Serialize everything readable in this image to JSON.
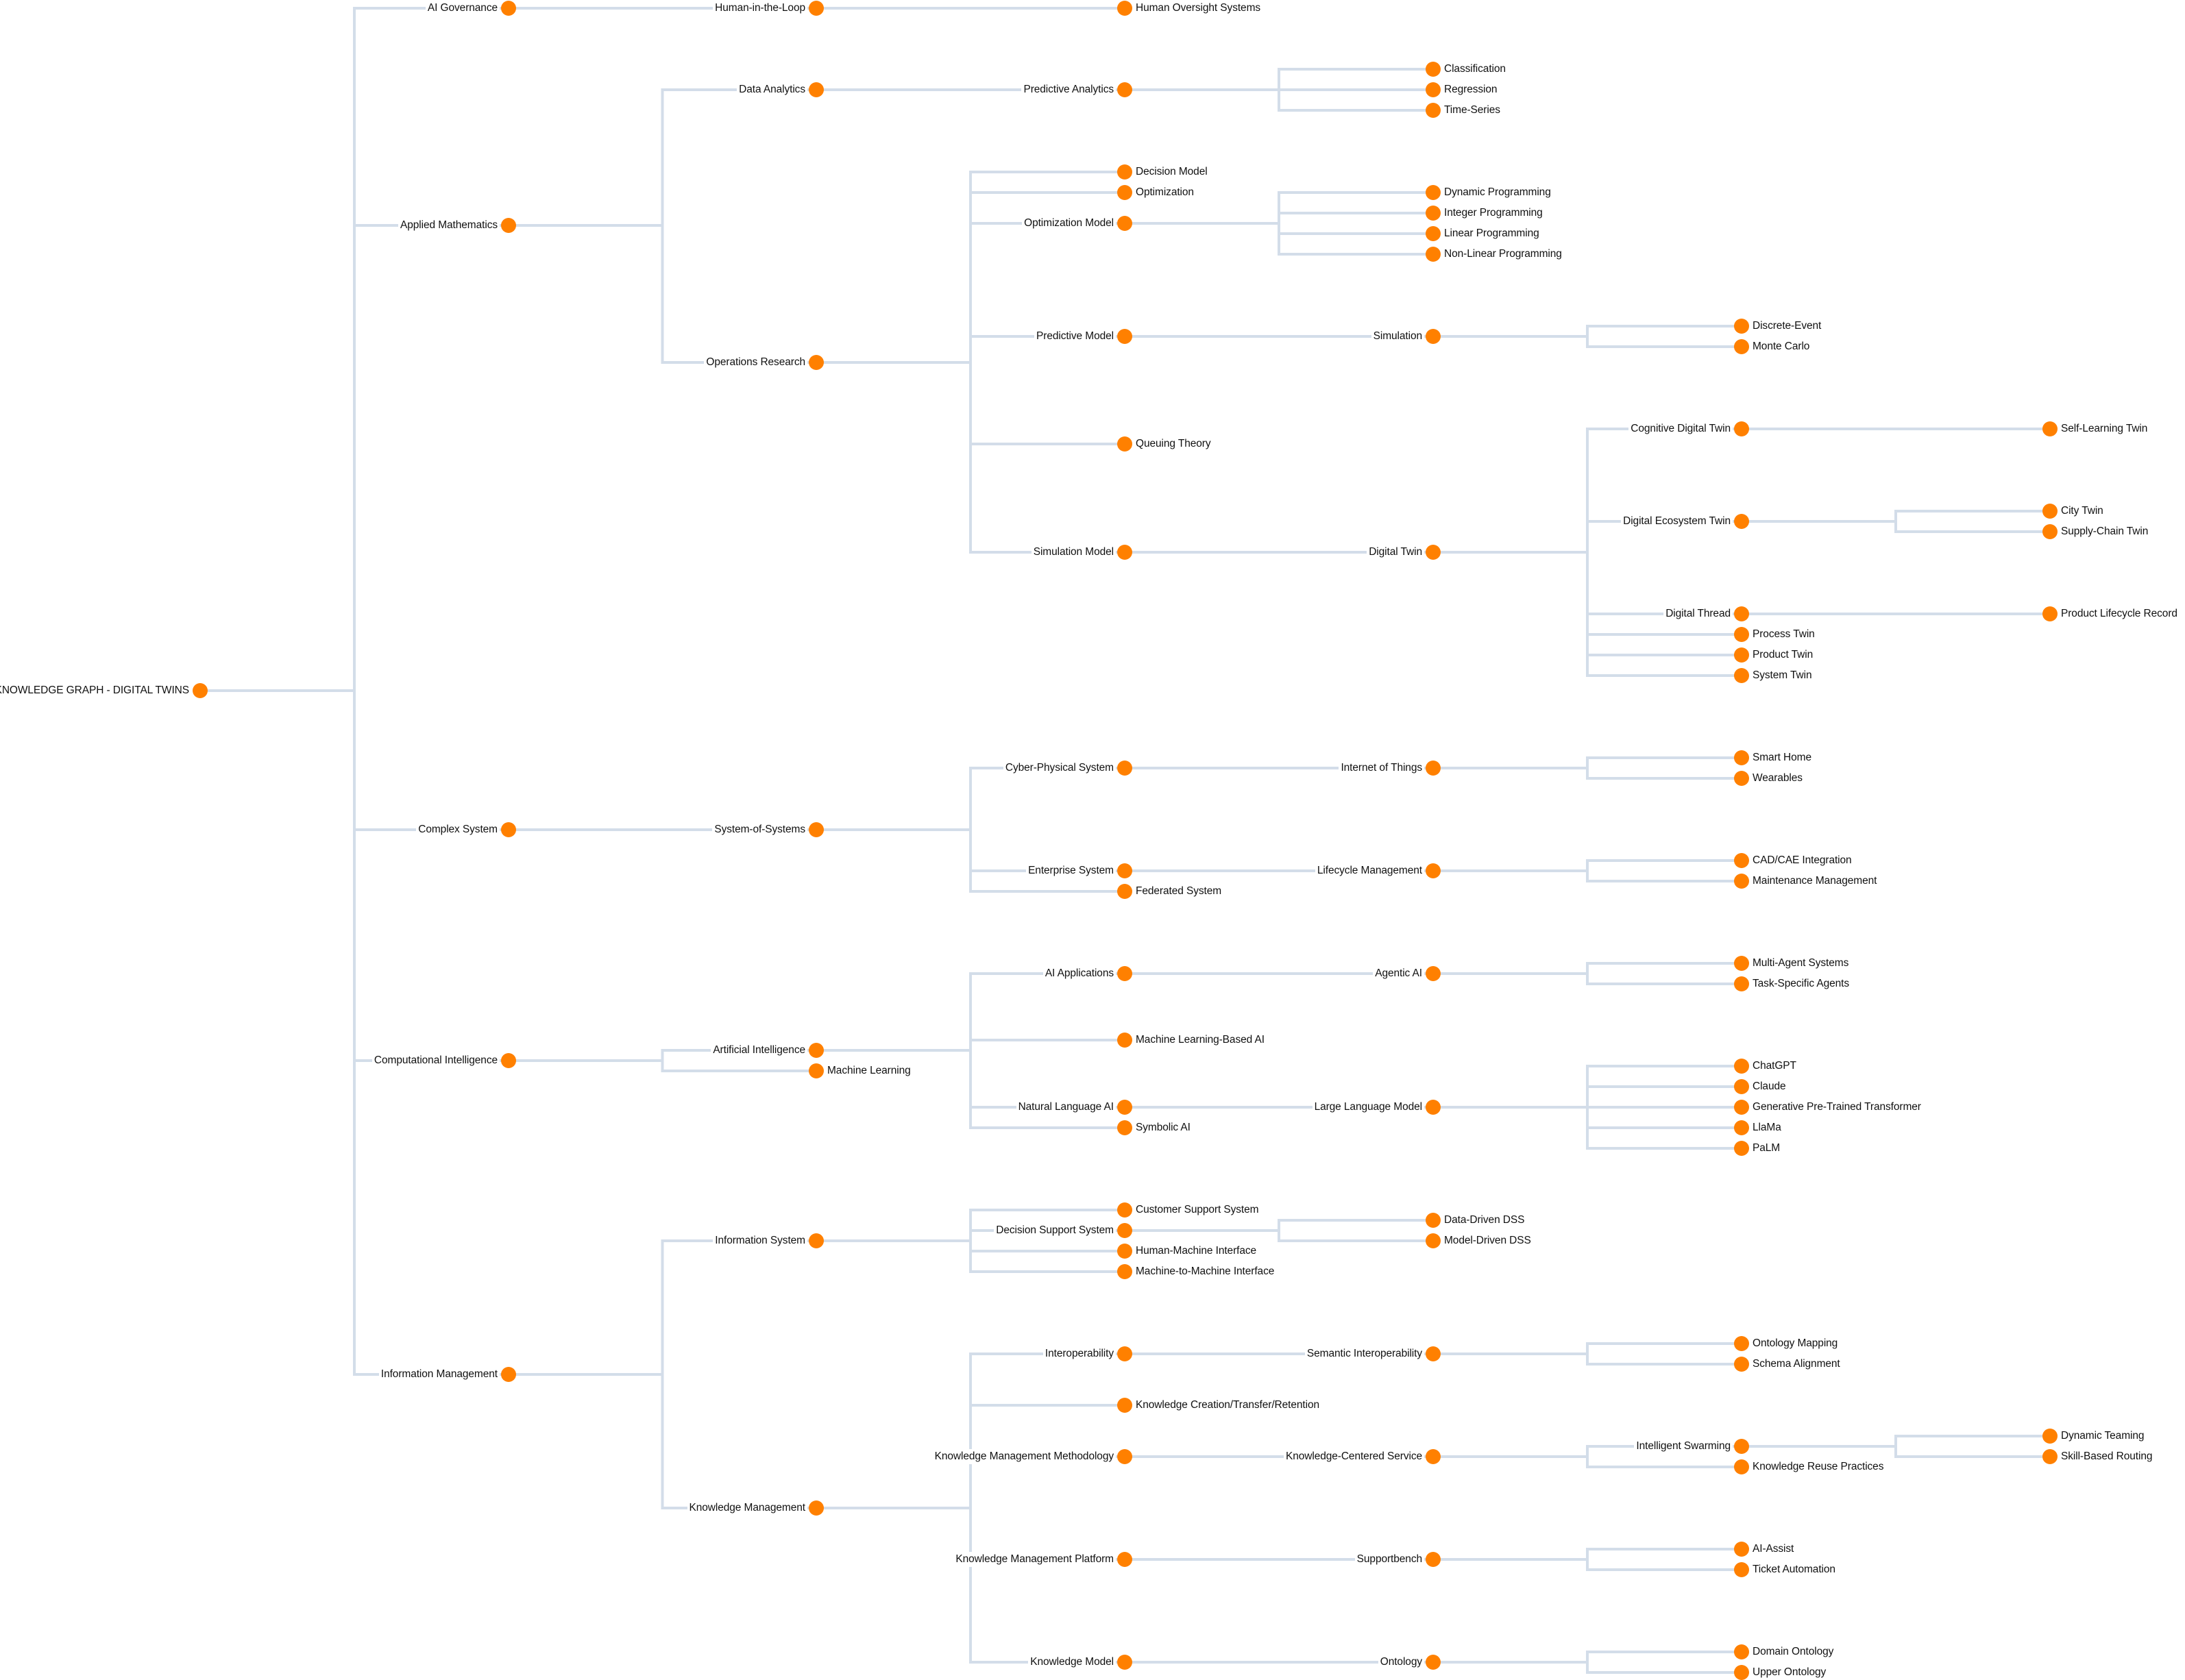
{
  "diagram": {
    "type": "horizontal-tree",
    "node_color": "#ff8000",
    "link_color": "#d3dde9",
    "root": {
      "label": "KNOWLEDGE GRAPH - DIGITAL TWINS",
      "children": [
        {
          "label": "AI Governance",
          "children": [
            {
              "label": "Human-in-the-Loop",
              "children": [
                {
                  "label": "Human Oversight Systems"
                }
              ]
            }
          ]
        },
        {
          "label": "Applied Mathematics",
          "children": [
            {
              "label": "Data Analytics",
              "children": [
                {
                  "label": "Predictive Analytics",
                  "children": [
                    {
                      "label": "Classification"
                    },
                    {
                      "label": "Regression"
                    },
                    {
                      "label": "Time-Series"
                    }
                  ]
                }
              ]
            },
            {
              "label": "Operations Research",
              "children": [
                {
                  "label": "Decision Model"
                },
                {
                  "label": "Optimization"
                },
                {
                  "label": "Optimization Model",
                  "children": [
                    {
                      "label": "Dynamic Programming"
                    },
                    {
                      "label": "Integer Programming"
                    },
                    {
                      "label": "Linear Programming"
                    },
                    {
                      "label": "Non-Linear Programming"
                    }
                  ]
                },
                {
                  "label": "Predictive Model",
                  "children": [
                    {
                      "label": "Simulation",
                      "children": [
                        {
                          "label": "Discrete-Event"
                        },
                        {
                          "label": "Monte Carlo"
                        }
                      ]
                    }
                  ]
                },
                {
                  "label": "Queuing Theory"
                },
                {
                  "label": "Simulation Model",
                  "children": [
                    {
                      "label": "Digital Twin",
                      "children": [
                        {
                          "label": "Cognitive Digital Twin",
                          "children": [
                            {
                              "label": "Self-Learning Twin"
                            }
                          ]
                        },
                        {
                          "label": "Digital Ecosystem Twin",
                          "children": [
                            {
                              "label": "City Twin"
                            },
                            {
                              "label": "Supply-Chain Twin"
                            }
                          ]
                        },
                        {
                          "label": "Digital Thread",
                          "children": [
                            {
                              "label": "Product Lifecycle Record"
                            }
                          ]
                        },
                        {
                          "label": "Process Twin"
                        },
                        {
                          "label": "Product Twin"
                        },
                        {
                          "label": "System Twin"
                        }
                      ]
                    }
                  ]
                }
              ]
            }
          ]
        },
        {
          "label": "Complex System",
          "children": [
            {
              "label": "System-of-Systems",
              "children": [
                {
                  "label": "Cyber-Physical System",
                  "children": [
                    {
                      "label": "Internet of Things",
                      "children": [
                        {
                          "label": "Smart Home"
                        },
                        {
                          "label": "Wearables"
                        }
                      ]
                    }
                  ]
                },
                {
                  "label": "Enterprise System",
                  "children": [
                    {
                      "label": "Lifecycle Management",
                      "children": [
                        {
                          "label": "CAD/CAE Integration"
                        },
                        {
                          "label": "Maintenance Management"
                        }
                      ]
                    }
                  ]
                },
                {
                  "label": "Federated System"
                }
              ]
            }
          ]
        },
        {
          "label": "Computational Intelligence",
          "children": [
            {
              "label": "Artificial Intelligence",
              "children": [
                {
                  "label": "AI Applications",
                  "children": [
                    {
                      "label": "Agentic AI",
                      "children": [
                        {
                          "label": "Multi-Agent Systems"
                        },
                        {
                          "label": "Task-Specific Agents"
                        }
                      ]
                    }
                  ]
                },
                {
                  "label": "Machine Learning-Based AI"
                },
                {
                  "label": "Natural Language AI",
                  "children": [
                    {
                      "label": "Large Language Model",
                      "children": [
                        {
                          "label": "ChatGPT"
                        },
                        {
                          "label": "Claude"
                        },
                        {
                          "label": "Generative Pre-Trained Transformer"
                        },
                        {
                          "label": "LlaMa"
                        },
                        {
                          "label": "PaLM"
                        }
                      ]
                    }
                  ]
                },
                {
                  "label": "Symbolic AI"
                }
              ]
            },
            {
              "label": "Machine Learning"
            }
          ]
        },
        {
          "label": "Information Management",
          "children": [
            {
              "label": "Information System",
              "children": [
                {
                  "label": "Customer Support System"
                },
                {
                  "label": "Decision Support System",
                  "children": [
                    {
                      "label": "Data-Driven DSS"
                    },
                    {
                      "label": "Model-Driven DSS"
                    }
                  ]
                },
                {
                  "label": "Human-Machine Interface"
                },
                {
                  "label": "Machine-to-Machine Interface"
                }
              ]
            },
            {
              "label": "Knowledge Management",
              "children": [
                {
                  "label": "Interoperability",
                  "children": [
                    {
                      "label": "Semantic Interoperability",
                      "children": [
                        {
                          "label": "Ontology Mapping"
                        },
                        {
                          "label": "Schema Alignment"
                        }
                      ]
                    }
                  ]
                },
                {
                  "label": "Knowledge Creation/Transfer/Retention"
                },
                {
                  "label": "Knowledge Management Methodology",
                  "children": [
                    {
                      "label": "Knowledge-Centered Service",
                      "children": [
                        {
                          "label": "Intelligent Swarming",
                          "children": [
                            {
                              "label": "Dynamic Teaming"
                            },
                            {
                              "label": "Skill-Based Routing"
                            }
                          ]
                        },
                        {
                          "label": "Knowledge Reuse Practices"
                        }
                      ]
                    }
                  ]
                },
                {
                  "label": "Knowledge Management Platform",
                  "children": [
                    {
                      "label": "Supportbench",
                      "children": [
                        {
                          "label": "AI-Assist"
                        },
                        {
                          "label": "Ticket Automation"
                        }
                      ]
                    }
                  ]
                },
                {
                  "label": "Knowledge Model",
                  "children": [
                    {
                      "label": "Ontology",
                      "children": [
                        {
                          "label": "Domain Ontology"
                        },
                        {
                          "label": "Upper Ontology"
                        }
                      ]
                    }
                  ]
                }
              ]
            }
          ]
        }
      ]
    }
  }
}
